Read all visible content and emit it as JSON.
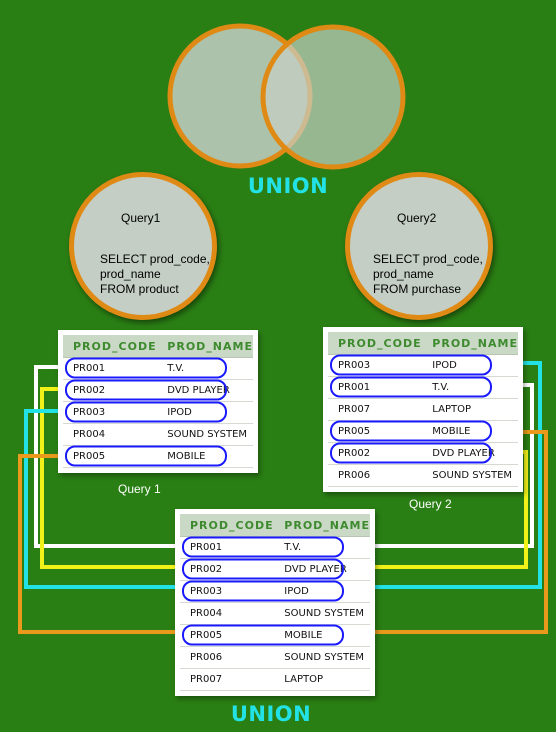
{
  "union_label_top": "UNION",
  "union_label_bottom": "UNION",
  "query1": {
    "name": "Query1",
    "sql": [
      "SELECT prod_code,",
      "prod_name",
      "FROM product"
    ],
    "caption": "Query 1",
    "headers": [
      "PROD_CODE",
      "PROD_NAME"
    ],
    "rows": [
      {
        "code": "PR001",
        "name": "T.V.",
        "circled": true
      },
      {
        "code": "PR002",
        "name": "DVD PLAYER",
        "circled": true
      },
      {
        "code": "PR003",
        "name": "IPOD",
        "circled": true
      },
      {
        "code": "PR004",
        "name": "SOUND SYSTEM",
        "circled": false
      },
      {
        "code": "PR005",
        "name": "MOBILE",
        "circled": true
      }
    ]
  },
  "query2": {
    "name": "Query2",
    "sql": [
      "SELECT prod_code,",
      "prod_name",
      "FROM purchase"
    ],
    "caption": "Query 2",
    "headers": [
      "PROD_CODE",
      "PROD_NAME"
    ],
    "rows": [
      {
        "code": "PR003",
        "name": "IPOD",
        "circled": true
      },
      {
        "code": "PR001",
        "name": "T.V.",
        "circled": true
      },
      {
        "code": "PR007",
        "name": "LAPTOP",
        "circled": false
      },
      {
        "code": "PR005",
        "name": "MOBILE",
        "circled": true
      },
      {
        "code": "PR002",
        "name": "DVD PLAYER",
        "circled": true
      },
      {
        "code": "PR006",
        "name": "SOUND SYSTEM",
        "circled": false
      }
    ]
  },
  "result": {
    "headers": [
      "PROD_CODE",
      "PROD_NAME"
    ],
    "rows": [
      {
        "code": "PR001",
        "name": "T.V.",
        "circled": true
      },
      {
        "code": "PR002",
        "name": "DVD PLAYER",
        "circled": true
      },
      {
        "code": "PR003",
        "name": "IPOD",
        "circled": true
      },
      {
        "code": "PR004",
        "name": "SOUND SYSTEM",
        "circled": false
      },
      {
        "code": "PR005",
        "name": "MOBILE",
        "circled": true
      },
      {
        "code": "PR006",
        "name": "SOUND SYSTEM",
        "circled": false
      },
      {
        "code": "PR007",
        "name": "LAPTOP",
        "circled": false
      }
    ]
  },
  "colors": {
    "background": "#2a7f14",
    "title": "#22e2e6",
    "circle_fill": "#c4cec4",
    "circle_border": "#e08a16",
    "row_highlight": "#1a1aff",
    "connector_white": "#ffffff",
    "connector_yellow": "#f2f21a",
    "connector_cyan": "#22e2e6",
    "connector_orange": "#e99a1c"
  }
}
